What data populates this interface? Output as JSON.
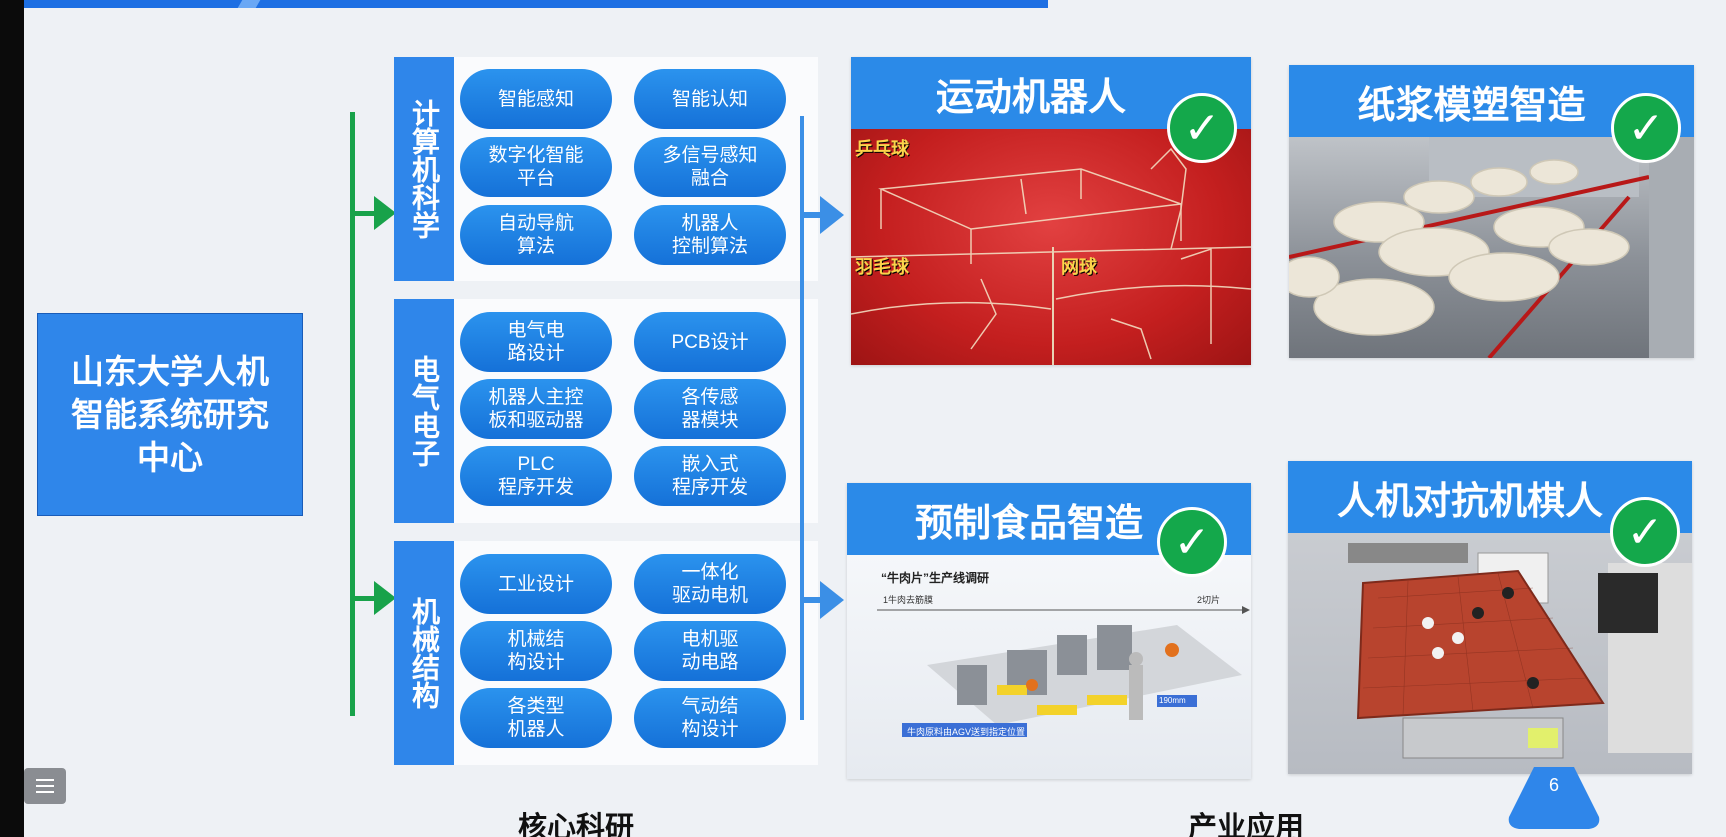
{
  "center": {
    "title": "山东大学人机智能系统研究中心"
  },
  "categories": [
    {
      "label": "计算机科学",
      "items": [
        "智能感知",
        "智能认知",
        "数字化智能\n平台",
        "多信号感知\n融合",
        "自动导航\n算法",
        "机器人\n控制算法"
      ]
    },
    {
      "label": "电气电子",
      "items": [
        "电气电\n路设计",
        "PCB设计",
        "机器人主控\n板和驱动器",
        "各传感\n器模块",
        "PLC\n程序开发",
        "嵌入式\n程序开发"
      ]
    },
    {
      "label": "机械结构",
      "items": [
        "工业设计",
        "一体化\n驱动电机",
        "机械结\n构设计",
        "电机驱\n动电路",
        "各类型\n机器人",
        "气动结\n构设计"
      ]
    }
  ],
  "applications": [
    {
      "title": "运动机器人",
      "image_labels": [
        "乒乓球",
        "羽毛球",
        "网球"
      ]
    },
    {
      "title": "纸浆模塑智造"
    },
    {
      "title": "预制食品智造",
      "image_labels": [
        "“牛肉片”生产线调研",
        "1牛肉去筋膜",
        "2切片",
        "牛肉原料由AGV送到指定位置",
        "190mm"
      ]
    },
    {
      "title": "人机对抗机棋人"
    }
  ],
  "footer": {
    "left_label": "核心科研",
    "right_label": "产业应用",
    "page_number": "6"
  },
  "colors": {
    "accent_blue": "#2f86ea",
    "connector_green": "#18a24a",
    "check_green": "#14a84b"
  },
  "icons": {
    "check": "check-icon",
    "toc": "list-icon"
  }
}
